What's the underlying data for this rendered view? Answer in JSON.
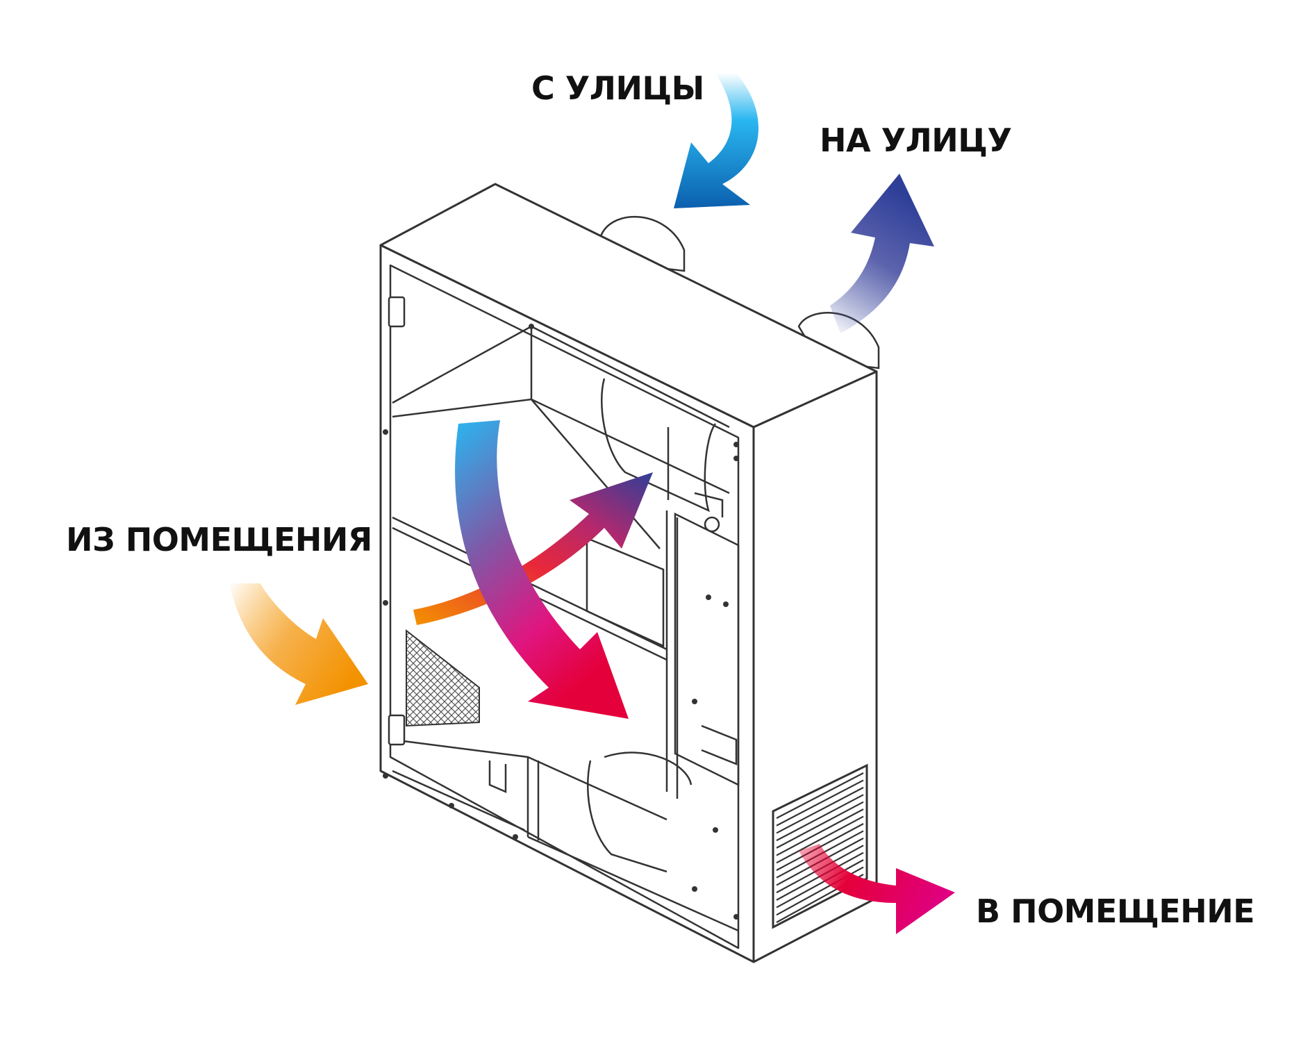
{
  "labels": {
    "from_street": "С УЛИЦЫ",
    "to_street": "НА УЛИЦУ",
    "from_room": "ИЗ ПОМЕЩЕНИЯ",
    "to_room": "В ПОМЕЩЕНИЕ"
  },
  "colors": {
    "fresh_air_start": "#29b6f0",
    "fresh_air_end": "#e4007f",
    "exhaust_air_start": "#f6a21a",
    "exhaust_air_end": "#2e3f98",
    "supply_out": "#e8006e",
    "outline": "#333333"
  }
}
